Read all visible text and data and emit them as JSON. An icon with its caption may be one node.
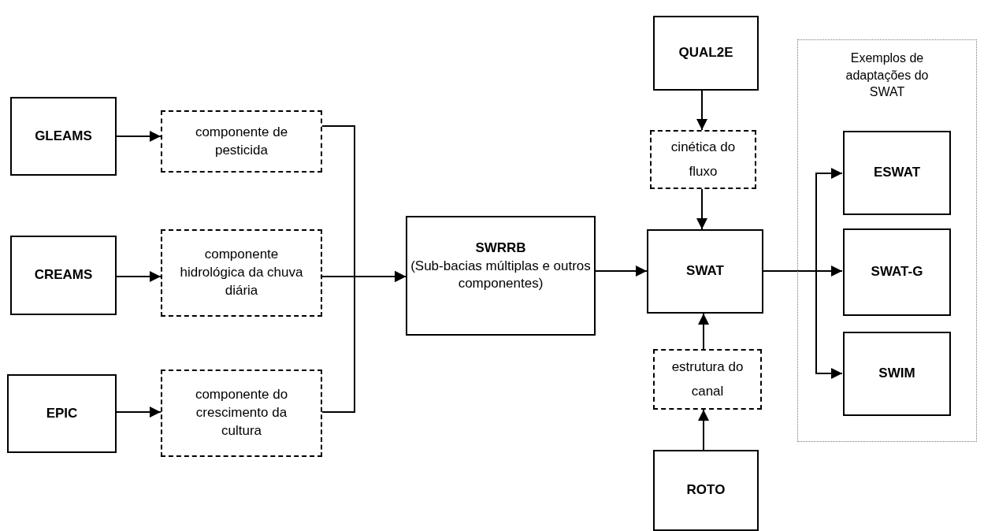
{
  "diagram": {
    "nodes": [
      {
        "text": [
          "GLEAMS"
        ]
      },
      {
        "text": [
          "componente de pesticida"
        ]
      },
      {
        "text": [
          "CREAMS"
        ]
      },
      {
        "text": [
          "componente hidrológica da chuva diária"
        ]
      },
      {
        "text": [
          "EPIC"
        ]
      },
      {
        "text": [
          "componente do crescimento da cultura"
        ]
      },
      {
        "text": [
          "SWRRB",
          "(Sub-bacias múltiplas e outros componentes)"
        ]
      },
      {
        "text": [
          "QUAL2E"
        ]
      },
      {
        "text": [
          "cinética do fluxo"
        ]
      },
      {
        "text": [
          "SWAT"
        ]
      },
      {
        "text": [
          "estrutura do canal"
        ]
      },
      {
        "text": [
          "ROTO"
        ]
      },
      {
        "text": [
          "Exemplos de adaptações do SWAT"
        ]
      },
      {
        "text": [
          "ESWAT"
        ],
        "in": 12
      },
      {
        "text": [
          "SWAT-G"
        ],
        "in": 12
      },
      {
        "text": [
          "SWIM"
        ],
        "in": 12
      }
    ],
    "edges": [
      {
        "from": 0,
        "to": 1,
        "arrow": "to"
      },
      {
        "from": 2,
        "to": 3,
        "arrow": "to"
      },
      {
        "from": 4,
        "to": 5,
        "arrow": "to"
      },
      {
        "from": 1,
        "to": 6,
        "arrow": "to"
      },
      {
        "from": 3,
        "to": 6,
        "arrow": "to"
      },
      {
        "from": 5,
        "to": 6,
        "arrow": "to"
      },
      {
        "from": 6,
        "to": 9,
        "arrow": "to"
      },
      {
        "from": 7,
        "to": 8,
        "arrow": "to"
      },
      {
        "from": 8,
        "to": 9,
        "arrow": "to"
      },
      {
        "from": 11,
        "to": 10,
        "arrow": "to"
      },
      {
        "from": 10,
        "to": 9,
        "arrow": "to"
      },
      {
        "from": 9,
        "to": 13,
        "arrow": "to"
      },
      {
        "from": 9,
        "to": 14,
        "arrow": "to"
      },
      {
        "from": 9,
        "to": 15,
        "arrow": "to"
      }
    ]
  }
}
